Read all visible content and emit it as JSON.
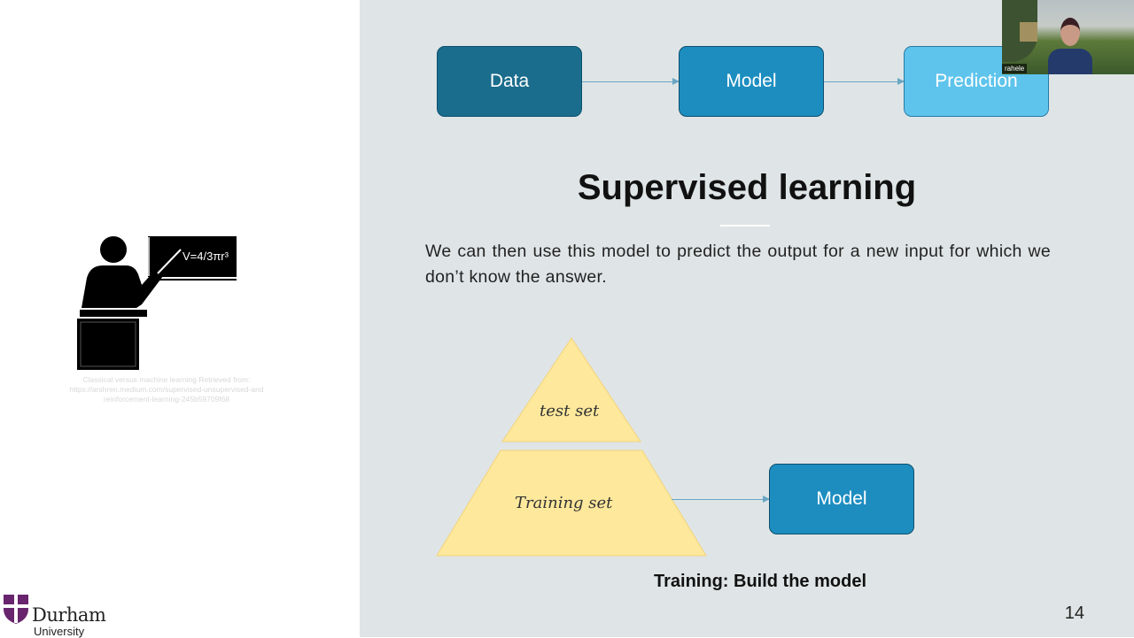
{
  "left_panel": {
    "illustration_formula": "V=4/3πr³",
    "citation": [
      "Classical versus machine learning Retrieved from:",
      "https://arshren.medium.com/supervised-unsupervised-and",
      "reinforcement-learning-245b59709f68"
    ],
    "logo": {
      "name": "Durham",
      "subtitle": "University"
    }
  },
  "slide": {
    "flow": [
      {
        "label": "Data",
        "color": "#1a6d8c"
      },
      {
        "label": "Model",
        "color": "#1d8dc0"
      },
      {
        "label": "Prediction",
        "color": "#5ec4ec"
      }
    ],
    "title": "Supervised learning",
    "body": "We can then use this model to predict the output for a new input for which we don’t know the answer.",
    "pyramid": {
      "top": "test set",
      "bottom": "Training set",
      "color": "#fde89c"
    },
    "model_box": "Model",
    "caption": "Training: Build the model",
    "page_number": "14"
  },
  "webcam": {
    "name": "rahele"
  }
}
